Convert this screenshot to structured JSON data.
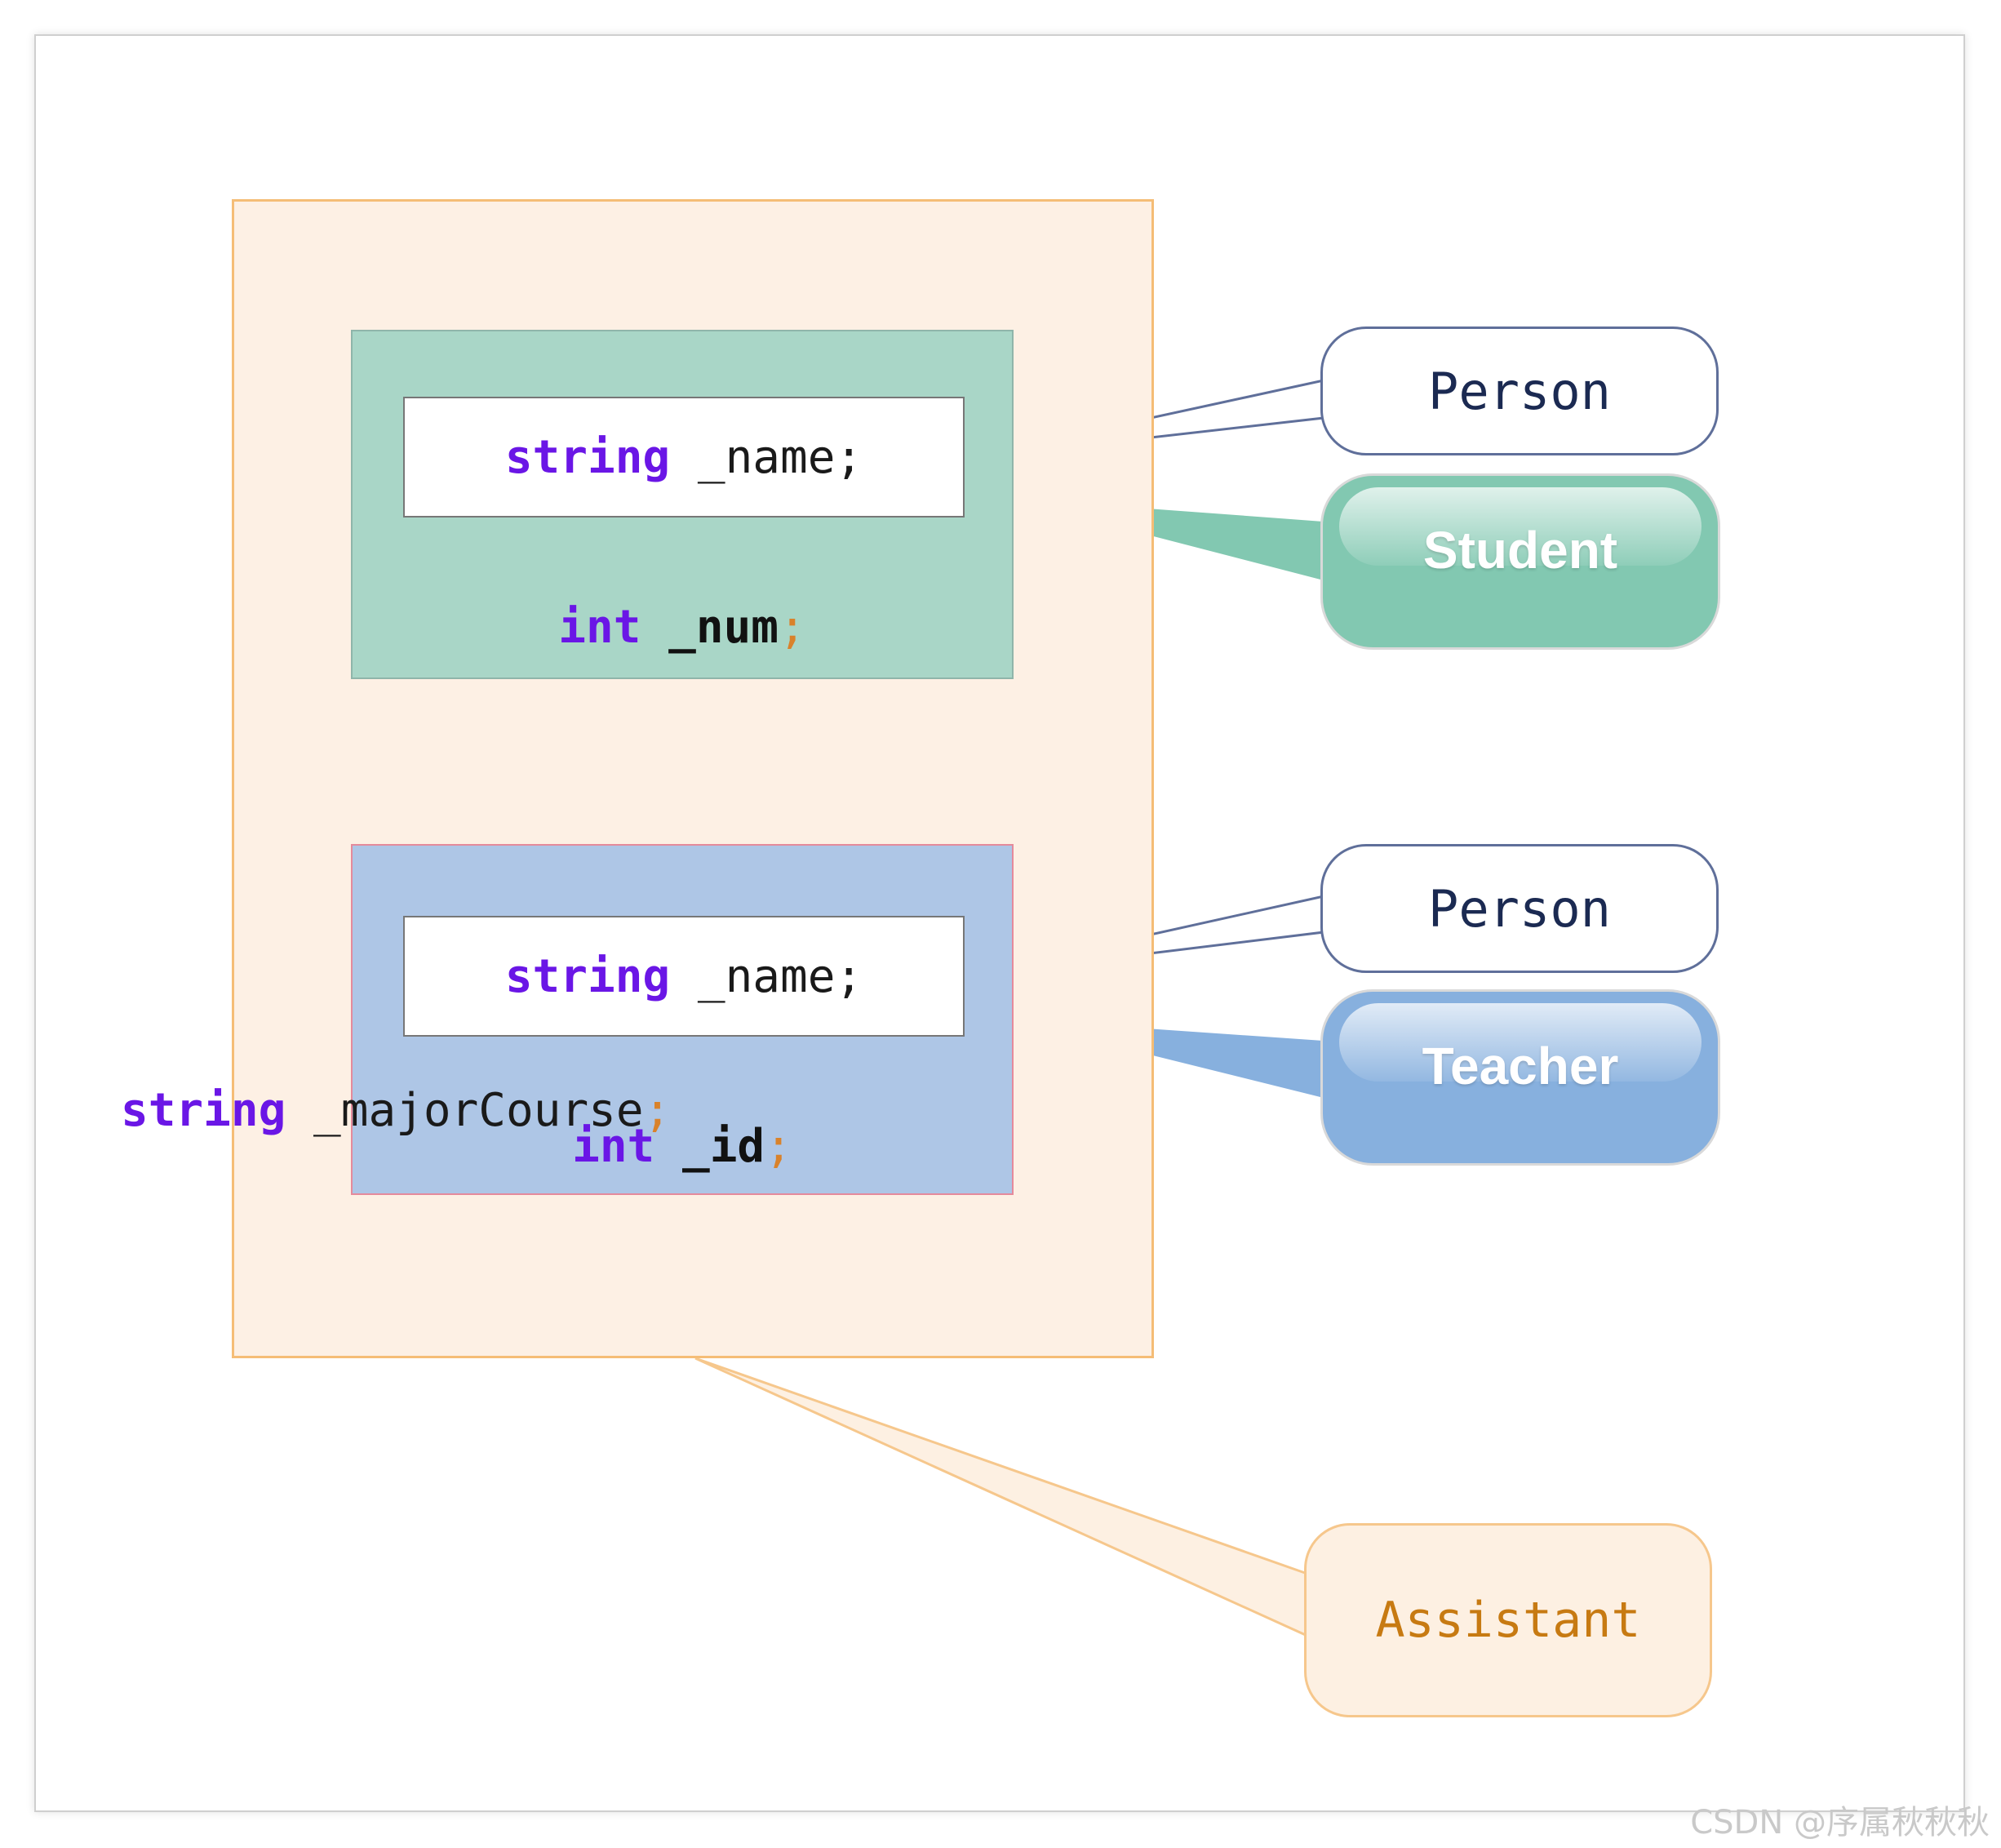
{
  "diagram": {
    "student_block": {
      "name_keyword": "string",
      "name_rest": " _name;",
      "field_keyword": "int",
      "field_name": " _num",
      "field_semi": ";"
    },
    "teacher_block": {
      "name_keyword": "string",
      "name_rest": " _name;",
      "field_keyword": "int",
      "field_name": " _id",
      "field_semi": ";"
    },
    "assistant_field": {
      "keyword": "string",
      "name": " _majorCourse",
      "semi": ";"
    },
    "callouts": {
      "person_1": "Person",
      "student": "Student",
      "person_2": "Person",
      "teacher": "Teacher",
      "assistant": "Assistant"
    },
    "colors": {
      "student": "#82c8b1",
      "teacher": "#87b0de",
      "assistant": "#f5bd76",
      "person": "#5f6f9a",
      "keyword": "#6a16e6"
    }
  },
  "watermark": "CSDN @序属秋秋秋"
}
